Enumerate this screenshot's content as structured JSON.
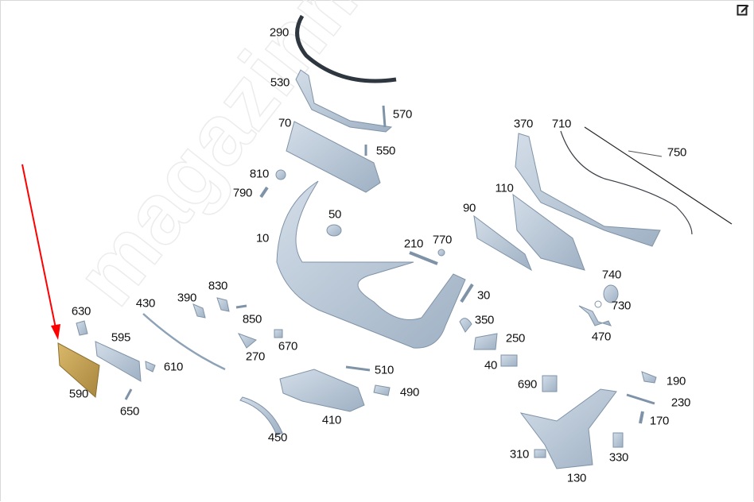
{
  "watermark": "magazinmercedes.ru",
  "colors": {
    "part": "#b9c8d8",
    "part_stroke": "#7f93a8",
    "highlight": "#c9a55a",
    "arrow": "#ff0000"
  },
  "highlighted_part": "590",
  "icons": {
    "edit": "edit-icon"
  },
  "callouts": [
    "290",
    "530",
    "570",
    "70",
    "550",
    "810",
    "790",
    "10",
    "50",
    "210",
    "770",
    "90",
    "110",
    "370",
    "710",
    "750",
    "740",
    "730",
    "470",
    "30",
    "350",
    "250",
    "40",
    "690",
    "190",
    "230",
    "170",
    "310",
    "330",
    "130",
    "630",
    "595",
    "610",
    "590",
    "650",
    "430",
    "390",
    "830",
    "850",
    "270",
    "670",
    "510",
    "490",
    "410",
    "450"
  ]
}
